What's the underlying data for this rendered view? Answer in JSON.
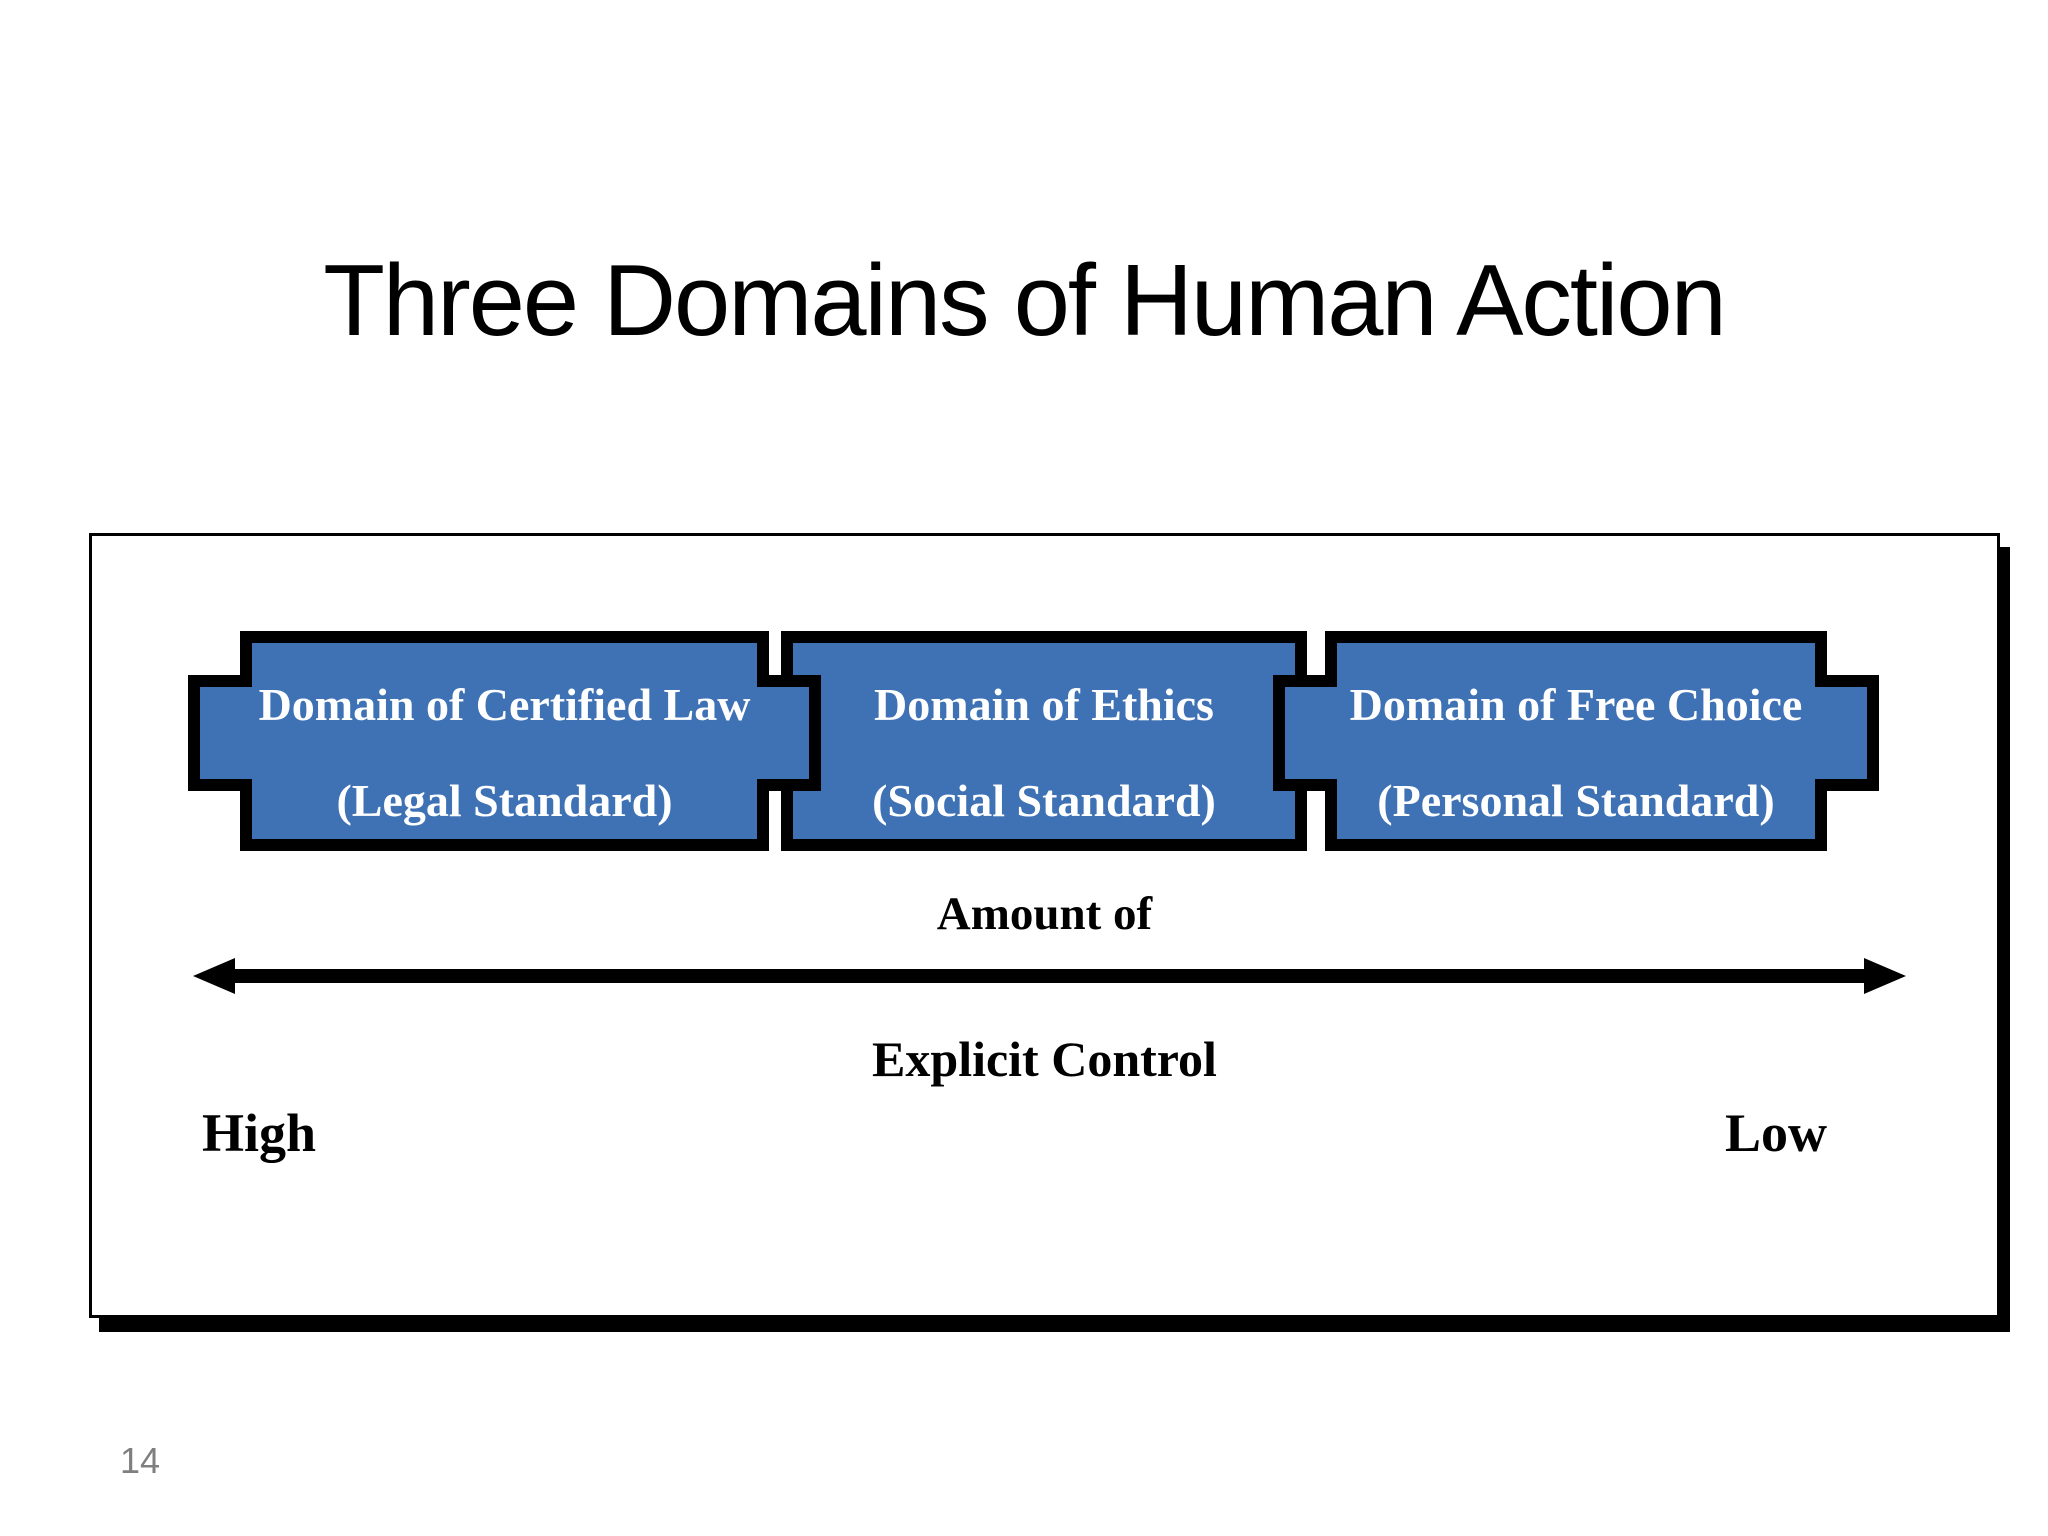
{
  "slide": {
    "title": "Three Domains of Human Action",
    "page_number": "14",
    "colors": {
      "box_fill": "#3E72B5",
      "box_border": "#000000",
      "box_text": "#FFFFFF",
      "page_number_gray": "#7F7F7F"
    },
    "domains": [
      {
        "name": "Domain of Certified Law",
        "standard": "(Legal Standard)"
      },
      {
        "name": "Domain of Ethics",
        "standard": "(Social Standard)"
      },
      {
        "name": "Domain of Free Choice",
        "standard": "(Personal Standard)"
      }
    ],
    "axis": {
      "label_top": "Amount of",
      "label_bottom": "Explicit Control",
      "left_end": "High",
      "right_end": "Low"
    }
  }
}
